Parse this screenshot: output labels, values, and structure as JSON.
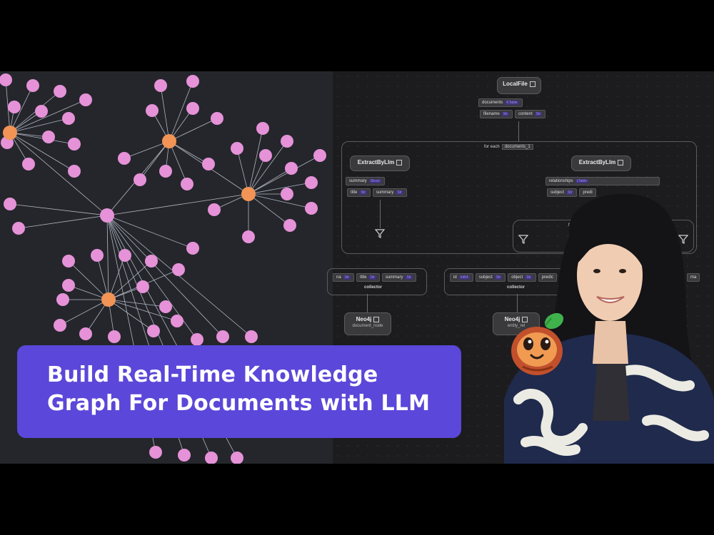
{
  "thumbnail": {
    "title_lines": [
      "Build Real-Time Knowledge",
      "Graph For Documents with LLM"
    ],
    "accent_color": "#5b47d9",
    "node_color_pink": "#e592d8",
    "node_color_orange": "#f29455"
  },
  "flow": {
    "local_file": {
      "label": "LocalFile",
      "row_name": "documents",
      "row_type": "KTable",
      "fields": [
        {
          "name": "filename",
          "type": "Str"
        },
        {
          "name": "content",
          "type": "Str"
        }
      ]
    },
    "for_each": {
      "label": "for each",
      "target": "documents_1"
    },
    "extract_left": {
      "label": "ExtractByLlm",
      "output_name": "summary",
      "output_type": "Struct",
      "fields": [
        {
          "name": "title",
          "type": "Str"
        },
        {
          "name": "summary",
          "type": "Str"
        }
      ]
    },
    "extract_right": {
      "label": "ExtractByLlm",
      "output_name": "relationships",
      "output_type": "LTable",
      "fields": [
        {
          "name": "subject",
          "type": "Str"
        },
        {
          "name": "predi",
          "type": ""
        }
      ]
    },
    "inner_for_each": {
      "label": "fo"
    },
    "collector_left": {
      "label": "collector",
      "fields": [
        {
          "name": "na",
          "type": "Str"
        },
        {
          "name": "title",
          "type": "Str"
        },
        {
          "name": "summary",
          "type": "Str"
        }
      ]
    },
    "collector_right": {
      "label": "collector",
      "fields": [
        {
          "name": "id",
          "type": "Int64"
        },
        {
          "name": "subject",
          "type": "Str"
        },
        {
          "name": "object",
          "type": "Str"
        },
        {
          "name": "predic",
          "type": ""
        }
      ]
    },
    "collector_far_right": {
      "fields": [
        {
          "name": "ma",
          "type": ""
        }
      ]
    },
    "neo4j_left": {
      "label": "Neo4j",
      "sub": "document_node"
    },
    "neo4j_right": {
      "label": "Neo4j",
      "sub": "entity_rel"
    }
  },
  "presenter": {
    "icon": "presenter-photo"
  },
  "mascot": {
    "icon": "coconut-mascot-icon"
  }
}
